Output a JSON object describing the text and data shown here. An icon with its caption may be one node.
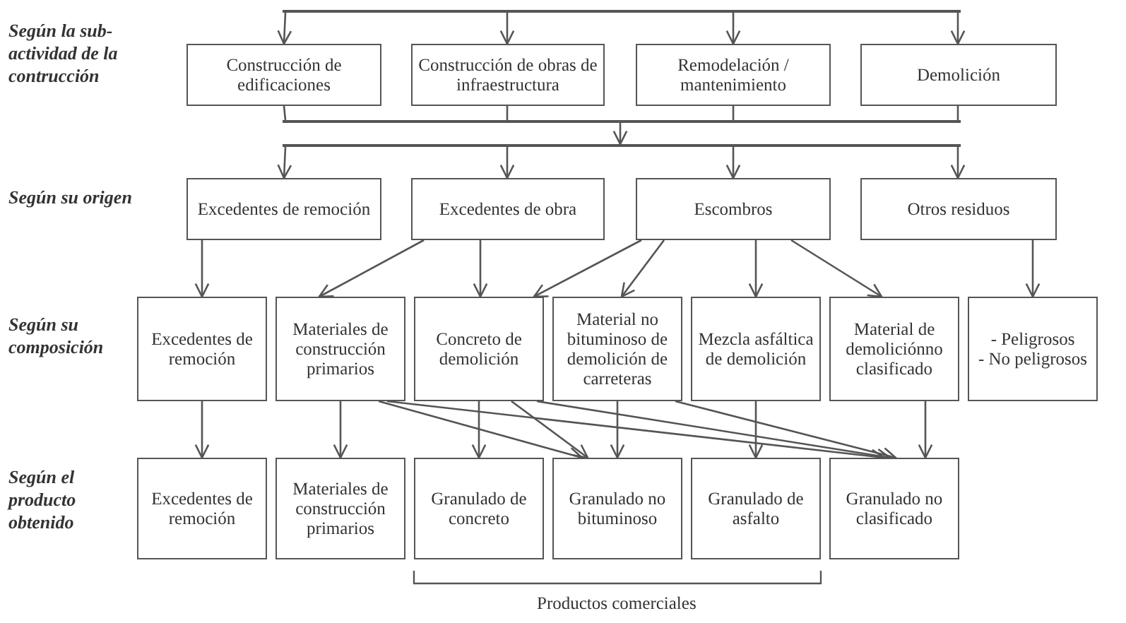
{
  "diagram": {
    "nodes": [
      {
        "text": [],
        "shape": "bar"
      },
      {
        "text": [
          "Construcción de edificaciones"
        ]
      },
      {
        "text": [
          "Construcción de obras de infraestructura"
        ]
      },
      {
        "text": [
          "Remodelación / mantenimiento"
        ]
      },
      {
        "text": [
          "Demolición"
        ]
      },
      {
        "text": [],
        "shape": "bar"
      },
      {
        "text": [],
        "shape": "bar"
      },
      {
        "text": [
          "Excedentes de remoción"
        ]
      },
      {
        "text": [
          "Excedentes de obra"
        ]
      },
      {
        "text": [
          "Escombros"
        ]
      },
      {
        "text": [
          "Otros residuos"
        ]
      },
      {
        "text": [
          "Excedentes de remoción"
        ]
      },
      {
        "text": [
          "Materiales de construcción primarios"
        ]
      },
      {
        "text": [
          "Concreto de demolición"
        ]
      },
      {
        "text": [
          "Material no bituminoso de demolición de carreteras"
        ]
      },
      {
        "text": [
          "Mezcla asfáltica de demolición"
        ]
      },
      {
        "text": [
          "Material de demoliciónno clasificado"
        ]
      },
      {
        "text": [
          "- Peligrosos",
          "- No peligrosos"
        ]
      },
      {
        "text": [
          "Excedentes de remoción"
        ]
      },
      {
        "text": [
          "Materiales de construcción primarios"
        ]
      },
      {
        "text": [
          "Granulado de concreto"
        ]
      },
      {
        "text": [
          "Granulado no bituminoso"
        ]
      },
      {
        "text": [
          "Granulado de asfalto"
        ]
      },
      {
        "text": [
          "Granulado no clasificado"
        ]
      }
    ],
    "edges": [
      {
        "from": 0,
        "to": 1,
        "arrow": "to"
      },
      {
        "from": 0,
        "to": 2,
        "arrow": "to"
      },
      {
        "from": 0,
        "to": 3,
        "arrow": "to"
      },
      {
        "from": 0,
        "to": 4,
        "arrow": "to"
      },
      {
        "from": 1,
        "to": 5,
        "arrow": "none"
      },
      {
        "from": 2,
        "to": 5,
        "arrow": "none"
      },
      {
        "from": 3,
        "to": 5,
        "arrow": "none"
      },
      {
        "from": 4,
        "to": 5,
        "arrow": "none"
      },
      {
        "from": 5,
        "to": 6,
        "arrow": "to"
      },
      {
        "from": 6,
        "to": 7,
        "arrow": "to"
      },
      {
        "from": 6,
        "to": 8,
        "arrow": "to"
      },
      {
        "from": 6,
        "to": 9,
        "arrow": "to"
      },
      {
        "from": 6,
        "to": 10,
        "arrow": "to"
      },
      {
        "from": 7,
        "to": 11,
        "arrow": "to"
      },
      {
        "from": 8,
        "to": 12,
        "arrow": "to"
      },
      {
        "from": 8,
        "to": 13,
        "arrow": "to"
      },
      {
        "from": 9,
        "to": 13,
        "arrow": "to"
      },
      {
        "from": 9,
        "to": 14,
        "arrow": "to"
      },
      {
        "from": 9,
        "to": 15,
        "arrow": "to"
      },
      {
        "from": 9,
        "to": 16,
        "arrow": "to"
      },
      {
        "from": 10,
        "to": 17,
        "arrow": "to"
      },
      {
        "from": 11,
        "to": 18,
        "arrow": "to"
      },
      {
        "from": 12,
        "to": 19,
        "arrow": "to"
      },
      {
        "from": 12,
        "to": 21,
        "arrow": "to"
      },
      {
        "from": 12,
        "to": 23,
        "arrow": "to"
      },
      {
        "from": 13,
        "to": 20,
        "arrow": "to"
      },
      {
        "from": 13,
        "to": 21,
        "arrow": "to"
      },
      {
        "from": 13,
        "to": 23,
        "arrow": "to"
      },
      {
        "from": 14,
        "to": 21,
        "arrow": "to"
      },
      {
        "from": 14,
        "to": 23,
        "arrow": "to"
      },
      {
        "from": 15,
        "to": 22,
        "arrow": "to"
      },
      {
        "from": 16,
        "to": 23,
        "arrow": "to"
      }
    ],
    "labels": [
      "Según la sub-actividad de la contrucción",
      "Según su origen",
      "Según su composición",
      "Según el producto obtenido",
      "Productos comerciales"
    ]
  }
}
